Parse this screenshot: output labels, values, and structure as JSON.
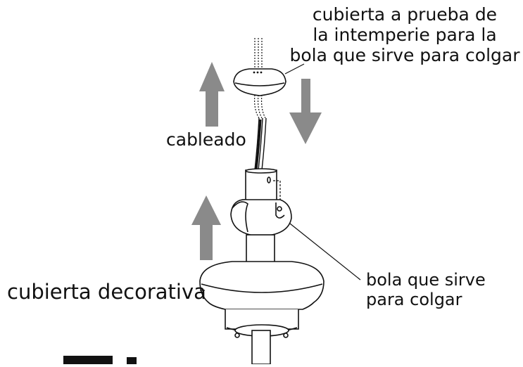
{
  "labels": {
    "weather_cover": [
      "cubierta a prueba de",
      "la intemperie para la",
      "bola que sirve para colgar"
    ],
    "wiring": "cableado",
    "hanger_ball": [
      "bola que sirve",
      "para colgar"
    ],
    "canopy": "cubierta decorativa",
    "cut_off_text": "c ... d ... C ..."
  },
  "colors": {
    "arrow": "#8a8a8a",
    "line": "#111111",
    "fill": "#ffffff"
  }
}
